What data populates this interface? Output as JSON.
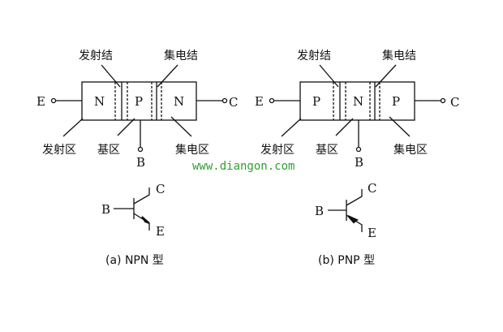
{
  "watermark": "www.diangon.com",
  "npn": {
    "caption": "(a) NPN 型",
    "regions": [
      "N",
      "P",
      "N"
    ],
    "terminals": {
      "emitter": "E",
      "collector": "C",
      "base": "B"
    },
    "labels": {
      "emitter_junction": "发射结",
      "collector_junction": "集电结",
      "emitter_region": "发射区",
      "base_region": "基区",
      "collector_region": "集电区"
    }
  },
  "pnp": {
    "caption": "(b) PNP 型",
    "regions": [
      "P",
      "N",
      "P"
    ],
    "terminals": {
      "emitter": "E",
      "collector": "C",
      "base": "B"
    },
    "labels": {
      "emitter_junction": "发射结",
      "collector_junction": "集电结",
      "emitter_region": "发射区",
      "base_region": "基区",
      "collector_region": "集电区"
    }
  }
}
